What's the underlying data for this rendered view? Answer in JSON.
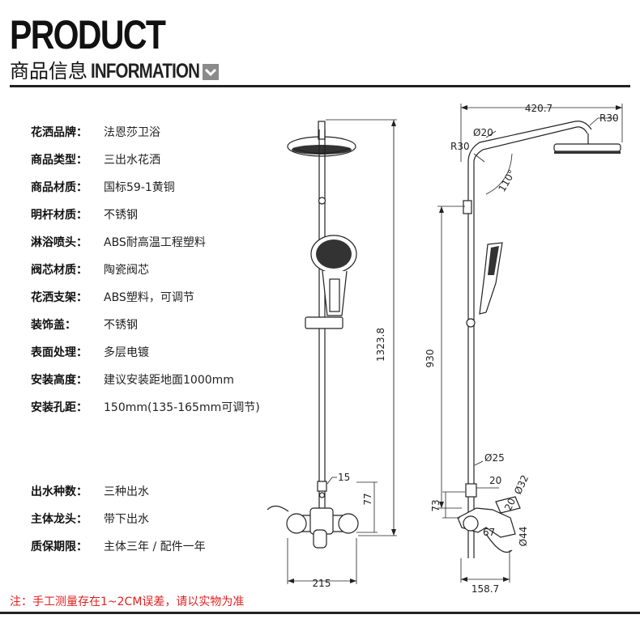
{
  "header": {
    "title": "PRODUCT",
    "subtitle_zh": "商品信息",
    "subtitle_en": "INFORMATION"
  },
  "specs": [
    {
      "label": "花洒品牌：",
      "value": "法恩莎卫浴"
    },
    {
      "label": "商品类型：",
      "value": "三出水花洒"
    },
    {
      "label": "商品材质：",
      "value": "国标59-1黄铜"
    },
    {
      "label": "明杆材质：",
      "value": "不锈钢"
    },
    {
      "label": "淋浴喷头：",
      "value": "ABS耐高温工程塑料"
    },
    {
      "label": "阀芯材质：",
      "value": "陶瓷阀芯"
    },
    {
      "label": "花洒支架：",
      "value": "ABS塑料，可调节"
    },
    {
      "label": "装饰盖：",
      "value": "不锈钢"
    },
    {
      "label": "表面处理：",
      "value": "多层电镀"
    },
    {
      "label": "安装高度：",
      "value": "建议安装距地面1000mm"
    },
    {
      "label": "安装孔距：",
      "value": "150mm(135-165mm可调节)"
    }
  ],
  "specs2": [
    {
      "label": "出水种数：",
      "value": "三种出水"
    },
    {
      "label": "主体龙头：",
      "value": "带下出水"
    },
    {
      "label": "质保期限：",
      "value": "主体三年 / 配件一年"
    }
  ],
  "dimensions": {
    "front_height": "1323.8",
    "front_15": "15",
    "front_77": "77",
    "front_width": "215",
    "side_width": "420.7",
    "side_r30_top": "R30",
    "side_d20": "Ø20",
    "side_r30": "R30",
    "side_angle": "110°",
    "side_930": "930",
    "side_d25": "Ø25",
    "side_20": "20",
    "side_73": "73",
    "side_d32": "Ø32",
    "side_20b": "20",
    "side_d44": "Ø44",
    "side_67": "67",
    "side_depth": "158.7"
  },
  "footer_note": "注：手工测量存在1~2CM误差，请以实物为准",
  "colors": {
    "accent_note": "#e02020",
    "chevron": "#8b8b8b"
  }
}
